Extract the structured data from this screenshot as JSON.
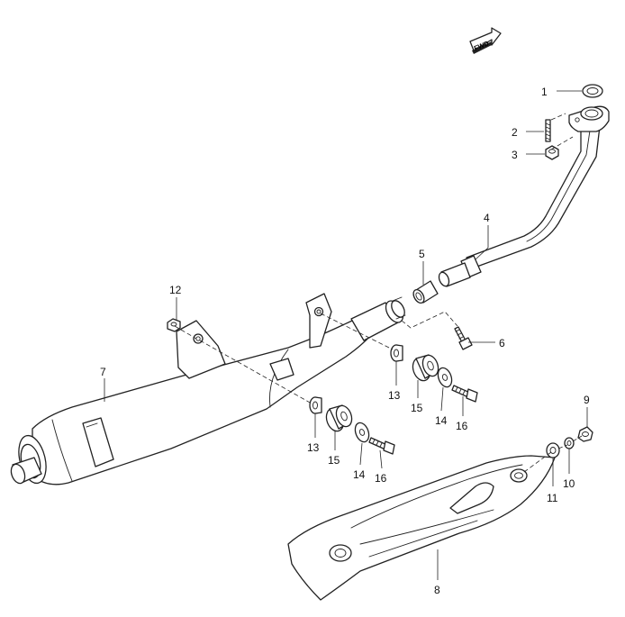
{
  "fwd_label": "FWD",
  "callouts": [
    {
      "id": "c1",
      "text": "1"
    },
    {
      "id": "c2",
      "text": "2"
    },
    {
      "id": "c3",
      "text": "3"
    },
    {
      "id": "c4",
      "text": "4"
    },
    {
      "id": "c5",
      "text": "5"
    },
    {
      "id": "c6",
      "text": "6"
    },
    {
      "id": "c7",
      "text": "7"
    },
    {
      "id": "c8",
      "text": "8"
    },
    {
      "id": "c9",
      "text": "9"
    },
    {
      "id": "c10",
      "text": "10"
    },
    {
      "id": "c11",
      "text": "11"
    },
    {
      "id": "c12",
      "text": "12"
    },
    {
      "id": "c13a",
      "text": "13"
    },
    {
      "id": "c13b",
      "text": "13"
    },
    {
      "id": "c14a",
      "text": "14"
    },
    {
      "id": "c14b",
      "text": "14"
    },
    {
      "id": "c15a",
      "text": "15"
    },
    {
      "id": "c15b",
      "text": "15"
    },
    {
      "id": "c16a",
      "text": "16"
    },
    {
      "id": "c16b",
      "text": "16"
    }
  ]
}
